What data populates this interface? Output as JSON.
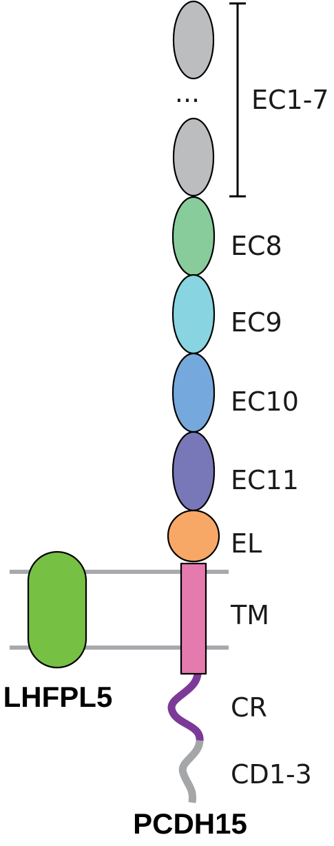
{
  "domains": [
    {
      "key": "ec1_7",
      "label": "EC1-7",
      "color": "#bcbdbf"
    },
    {
      "key": "ec8",
      "label": "EC8",
      "color": "#88cc9c"
    },
    {
      "key": "ec9",
      "label": "EC9",
      "color": "#88d4e0"
    },
    {
      "key": "ec10",
      "label": "EC10",
      "color": "#75a8dc"
    },
    {
      "key": "ec11",
      "label": "EC11",
      "color": "#7878b8"
    },
    {
      "key": "el",
      "label": "EL",
      "color": "#f8a866"
    },
    {
      "key": "tm",
      "label": "TM",
      "color": "#e47aae"
    },
    {
      "key": "cr",
      "label": "CR",
      "color": "#7b3a98"
    },
    {
      "key": "cd",
      "label": "CD1-3",
      "color": "#a5a6a8"
    }
  ],
  "ellipsis": "...",
  "membrane_color": "#a7a9ac",
  "lhfpl5": {
    "label": "LHFPL5",
    "color": "#76c043"
  },
  "pcdh15": {
    "label": "PCDH15"
  }
}
